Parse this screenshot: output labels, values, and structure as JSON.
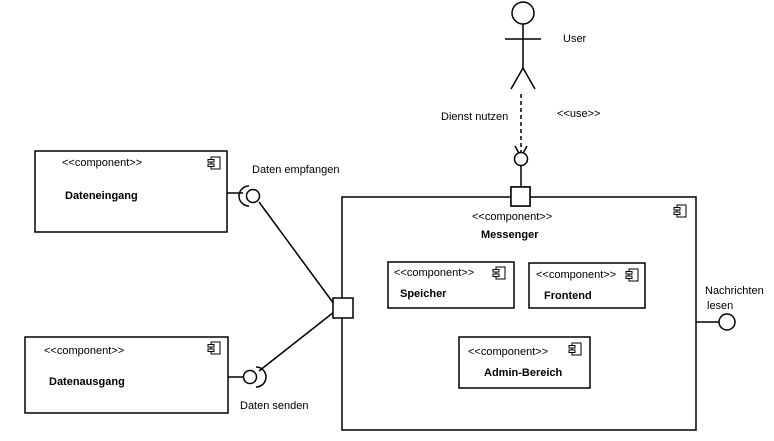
{
  "actor": {
    "name": "User"
  },
  "relations": {
    "use_label": "Dienst nutzen",
    "use_stereotype": "<<use>>"
  },
  "components": {
    "dateneingang": {
      "stereotype": "<<component>>",
      "name": "Dateneingang"
    },
    "datenausgang": {
      "stereotype": "<<component>>",
      "name": "Datenausgang"
    },
    "messenger": {
      "stereotype": "<<component>>",
      "name": "Messenger"
    },
    "speicher": {
      "stereotype": "<<component>>",
      "name": "Speicher"
    },
    "frontend": {
      "stereotype": "<<component>>",
      "name": "Frontend"
    },
    "admin": {
      "stereotype": "<<component>>",
      "name": "Admin-Bereich"
    }
  },
  "interfaces": {
    "receive": "Daten empfangen",
    "send": "Daten senden",
    "read_line1": "Nachrichten",
    "read_line2": "lesen"
  },
  "colors": {
    "line": "#000000",
    "background": "#ffffff"
  }
}
